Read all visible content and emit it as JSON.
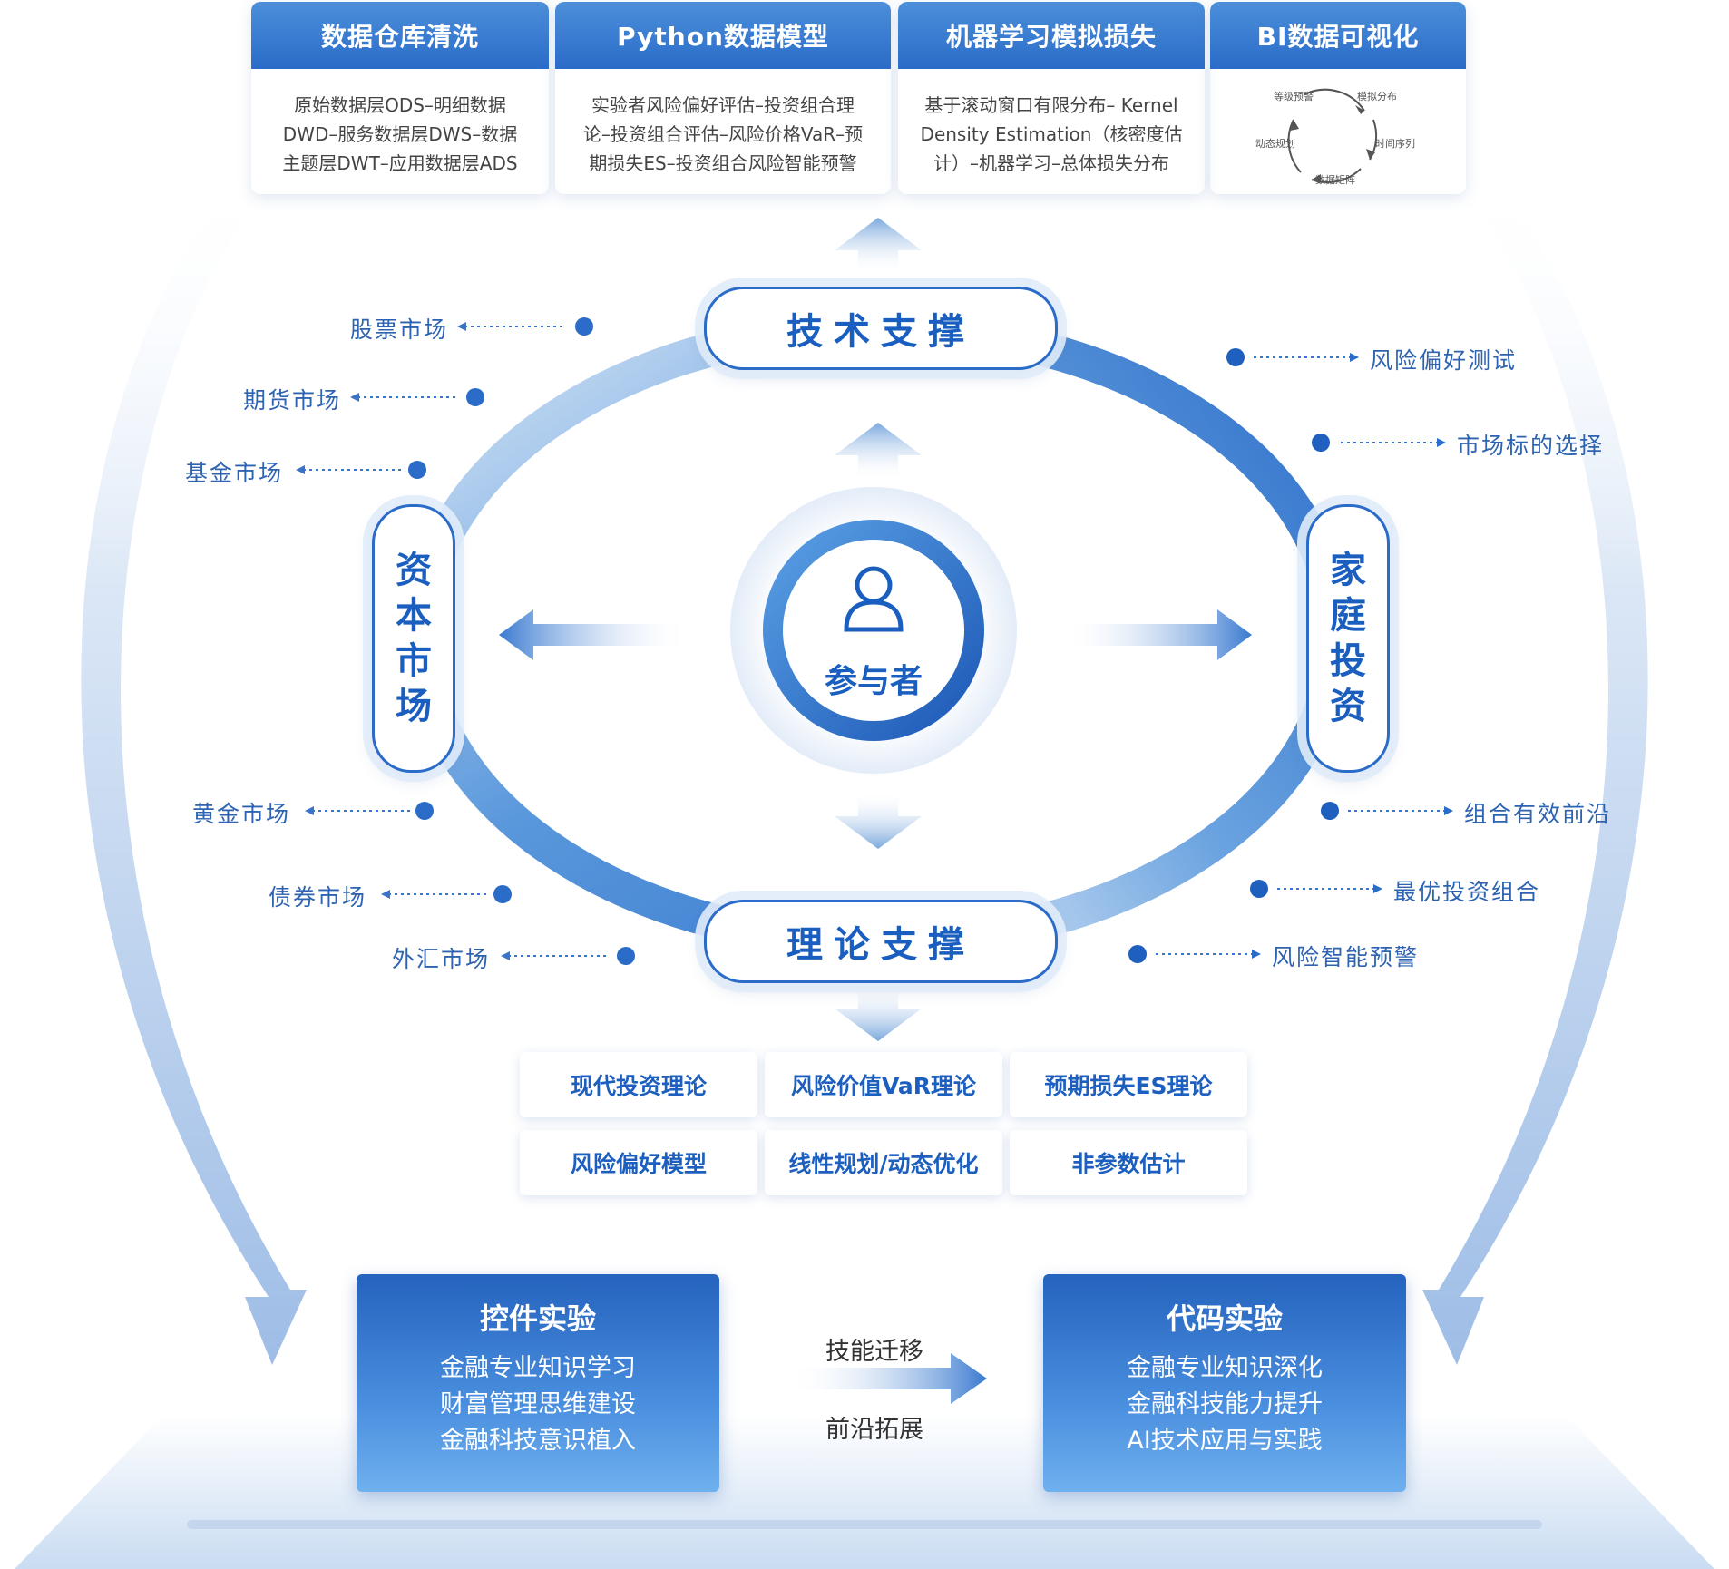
{
  "top_cards": [
    {
      "title": "数据仓库清洗",
      "lines": [
        "原始数据层ODS–明细数据",
        "DWD–服务数据层DWS–数据",
        "主题层DWT–应用数据层ADS"
      ]
    },
    {
      "title": "Python数据模型",
      "lines": [
        "实验者风险偏好评估–投资组合理",
        "论–投资组合评估–风险价格VaR–预",
        "期损失ES–投资组合风险智能预警"
      ]
    },
    {
      "title": "机器学习模拟损失",
      "lines": [
        "基于滚动窗口有限分布– Kernel",
        "Density Estimation（核密度估",
        "计）–机器学习–总体损失分布"
      ]
    },
    {
      "title": "BI数据可视化",
      "cycle": [
        "等级预警",
        "模拟分布",
        "时间序列",
        "数据矩阵",
        "动态规划"
      ]
    }
  ],
  "pills": {
    "top": "技术支撑",
    "bottom": "理论支撑",
    "left": [
      "资",
      "本",
      "市",
      "场"
    ],
    "right": [
      "家",
      "庭",
      "投",
      "资"
    ]
  },
  "center": {
    "label": "参与者",
    "icon": "person-icon"
  },
  "left_markets": [
    "股票市场",
    "期货市场",
    "基金市场",
    "黄金市场",
    "债券市场",
    "外汇市场"
  ],
  "right_items": [
    "风险偏好测试",
    "市场标的选择",
    "组合有效前沿",
    "最优投资组合",
    "风险智能预警"
  ],
  "theories": [
    "现代投资理论",
    "风险价值VaR理论",
    "预期损失ES理论",
    "风险偏好模型",
    "线性规划/动态优化",
    "非参数估计"
  ],
  "bottom_cards": [
    {
      "title": "控件实验",
      "lines": [
        "金融专业知识学习",
        "财富管理思维建设",
        "金融科技意识植入"
      ]
    },
    {
      "title": "代码实验",
      "lines": [
        "金融专业知识深化",
        "金融科技能力提升",
        "AI技术应用与实践"
      ]
    }
  ],
  "transfer": {
    "top": "技能迁移",
    "bottom": "前沿拓展"
  },
  "colors": {
    "primary": "#2a6cc8",
    "dark": "#1a5fbf",
    "light": "#dbe8f7",
    "text": "#2d63b0"
  }
}
